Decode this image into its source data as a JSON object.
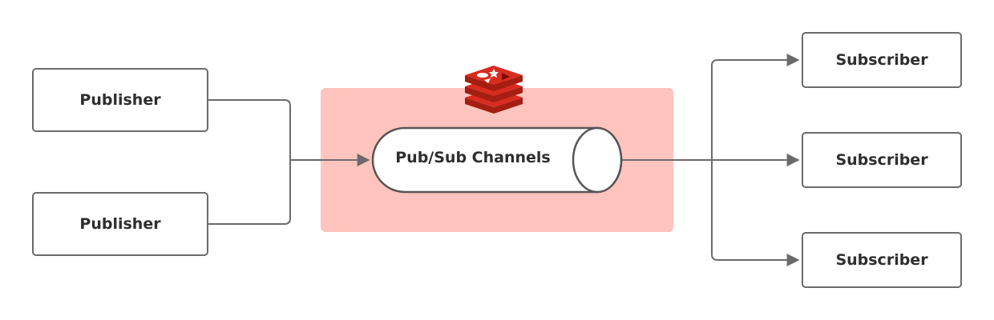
{
  "channel": {
    "label": "Pub/Sub Channels"
  },
  "publishers": [
    {
      "label": "Publisher"
    },
    {
      "label": "Publisher"
    }
  ],
  "subscribers": [
    {
      "label": "Subscriber"
    },
    {
      "label": "Subscriber"
    },
    {
      "label": "Subscriber"
    }
  ],
  "logo": {
    "icon": "redis-logo-icon",
    "color": "#d82c20"
  },
  "colors": {
    "panel": "#ffc4bd",
    "line": "#6b6b6b",
    "box_border": "#6b6b6b"
  }
}
